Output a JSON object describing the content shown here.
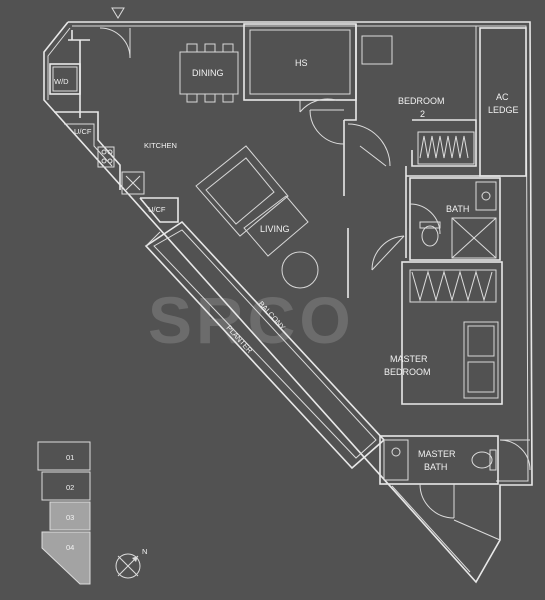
{
  "rooms": {
    "wd": "W/D",
    "dining": "DINING",
    "hs": "HS",
    "bedroom2_line1": "BEDROOM",
    "bedroom2_line2": "2",
    "ac_line1": "AC",
    "ac_line2": "LEDGE",
    "kitchen": "KITCHEN",
    "ucf1": "U/CF",
    "ucf2": "U/CF",
    "living": "LIVING",
    "bath": "BATH",
    "balcony": "BALCONY",
    "planter": "PLANTER",
    "master_line1": "MASTER",
    "master_line2": "BEDROOM",
    "master_bath_line1": "MASTER",
    "master_bath_line2": "BATH"
  },
  "keyplan": {
    "units": [
      "01",
      "02",
      "03",
      "04"
    ],
    "highlighted": [
      "03",
      "04"
    ]
  },
  "compass": {
    "label": "N"
  },
  "watermark": "SRCO",
  "colors": {
    "background": "#525252",
    "lines": "#e8e8e8",
    "keyplan_highlight": "#a3a3a3"
  }
}
